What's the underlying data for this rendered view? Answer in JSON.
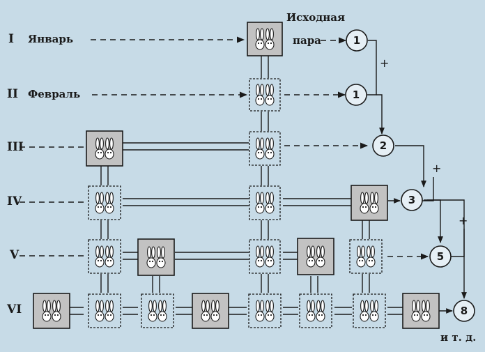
{
  "months": [
    "I",
    "II",
    "III",
    "IV",
    "V",
    "VI"
  ],
  "month_names": [
    "Январь",
    "Февраль"
  ],
  "initial_pair_caption": [
    "Исходная",
    "пара"
  ],
  "counts": [
    "1",
    "1",
    "2",
    "3",
    "5",
    "8"
  ],
  "plus_sign": "+",
  "etc_label": "и т. д.",
  "colors": {
    "background": "#c7dbe7",
    "adult_box": "#c2c2c2",
    "young_box": "#c7dbe7",
    "line": "#1a1a1a"
  },
  "icons": [
    "rabbit-pair-icon",
    "count-circle"
  ]
}
